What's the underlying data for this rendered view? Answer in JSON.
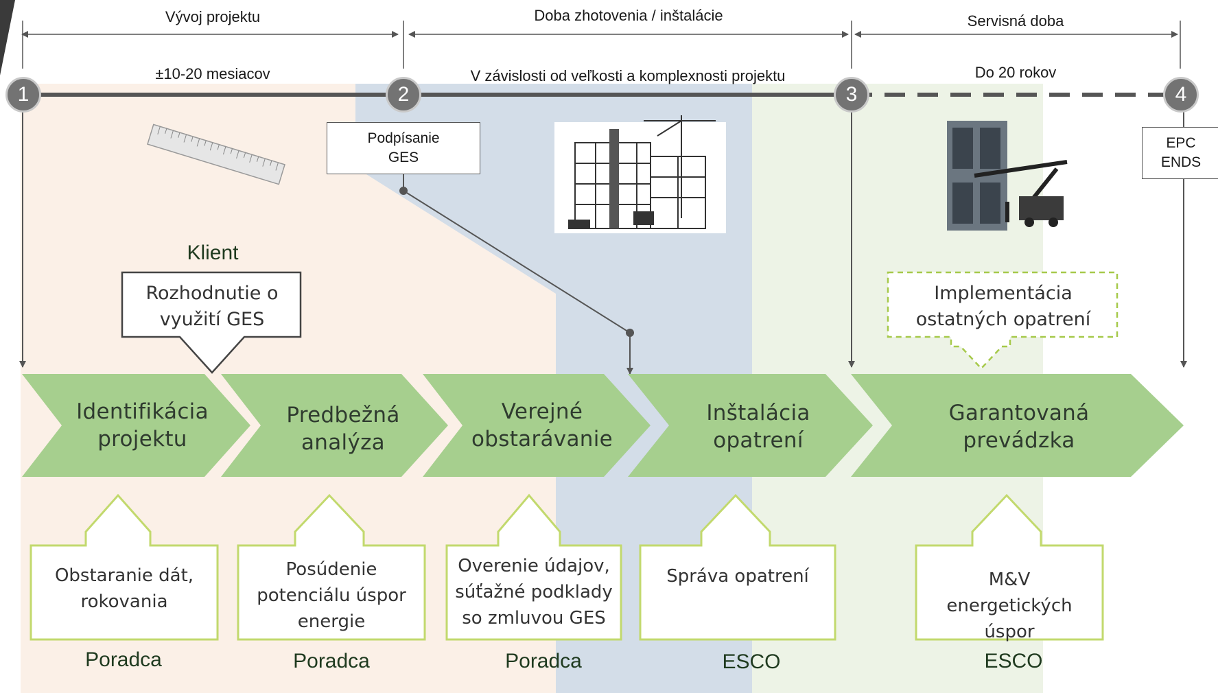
{
  "phases": [
    {
      "header": "Vývoj projektu",
      "duration": "±10-20 mesiacov"
    },
    {
      "header": "Doba zhotovenia / inštalácie",
      "duration": "V závislosti od veľkosti a komplexnosti projektu"
    },
    {
      "header": "Servisná doba",
      "duration": "Do 20 rokov"
    }
  ],
  "milestones": [
    "1",
    "2",
    "3",
    "4"
  ],
  "milestone_boxes": {
    "signing": "Podpísanie\nGES",
    "end": "EPC\nENDS"
  },
  "client": {
    "label": "Klient",
    "decision": "Rozhodnutie o\nvyužití GES"
  },
  "implementation_other": "Implementácia\nostatných opatrení",
  "steps": [
    {
      "label": "Identifikácia\nprojektu",
      "activity": "Obstaranie dát,\nrokovania",
      "role": "Poradca"
    },
    {
      "label": "Predbežná\nanalýza",
      "activity": "Posúdenie\npotenciálu úspor\nenergie",
      "role": "Poradca"
    },
    {
      "label": "Verejné\nobstarávanie",
      "activity": "Overenie údajov,\nsúťažné podklady\nso zmluvou GES",
      "role": "Poradca"
    },
    {
      "label": "Inštalácia\nopatrení",
      "activity": "Správa opatrení",
      "role": "ESCO"
    },
    {
      "label": "Garantovaná\nprevádzka",
      "activity": "M&V\nenergetických\núspor",
      "role": "ESCO"
    }
  ],
  "icons": [
    "ruler-icon",
    "construction-site-icon",
    "maintenance-lift-icon"
  ],
  "colors": {
    "zone_development": "#fbf0e7",
    "zone_construction": "#d3dde8",
    "zone_service": "#edf3e6",
    "chevron": "#a6cf8e",
    "outline_green": "#c2d96d",
    "timeline": "#555555",
    "milestone": "#737373"
  }
}
